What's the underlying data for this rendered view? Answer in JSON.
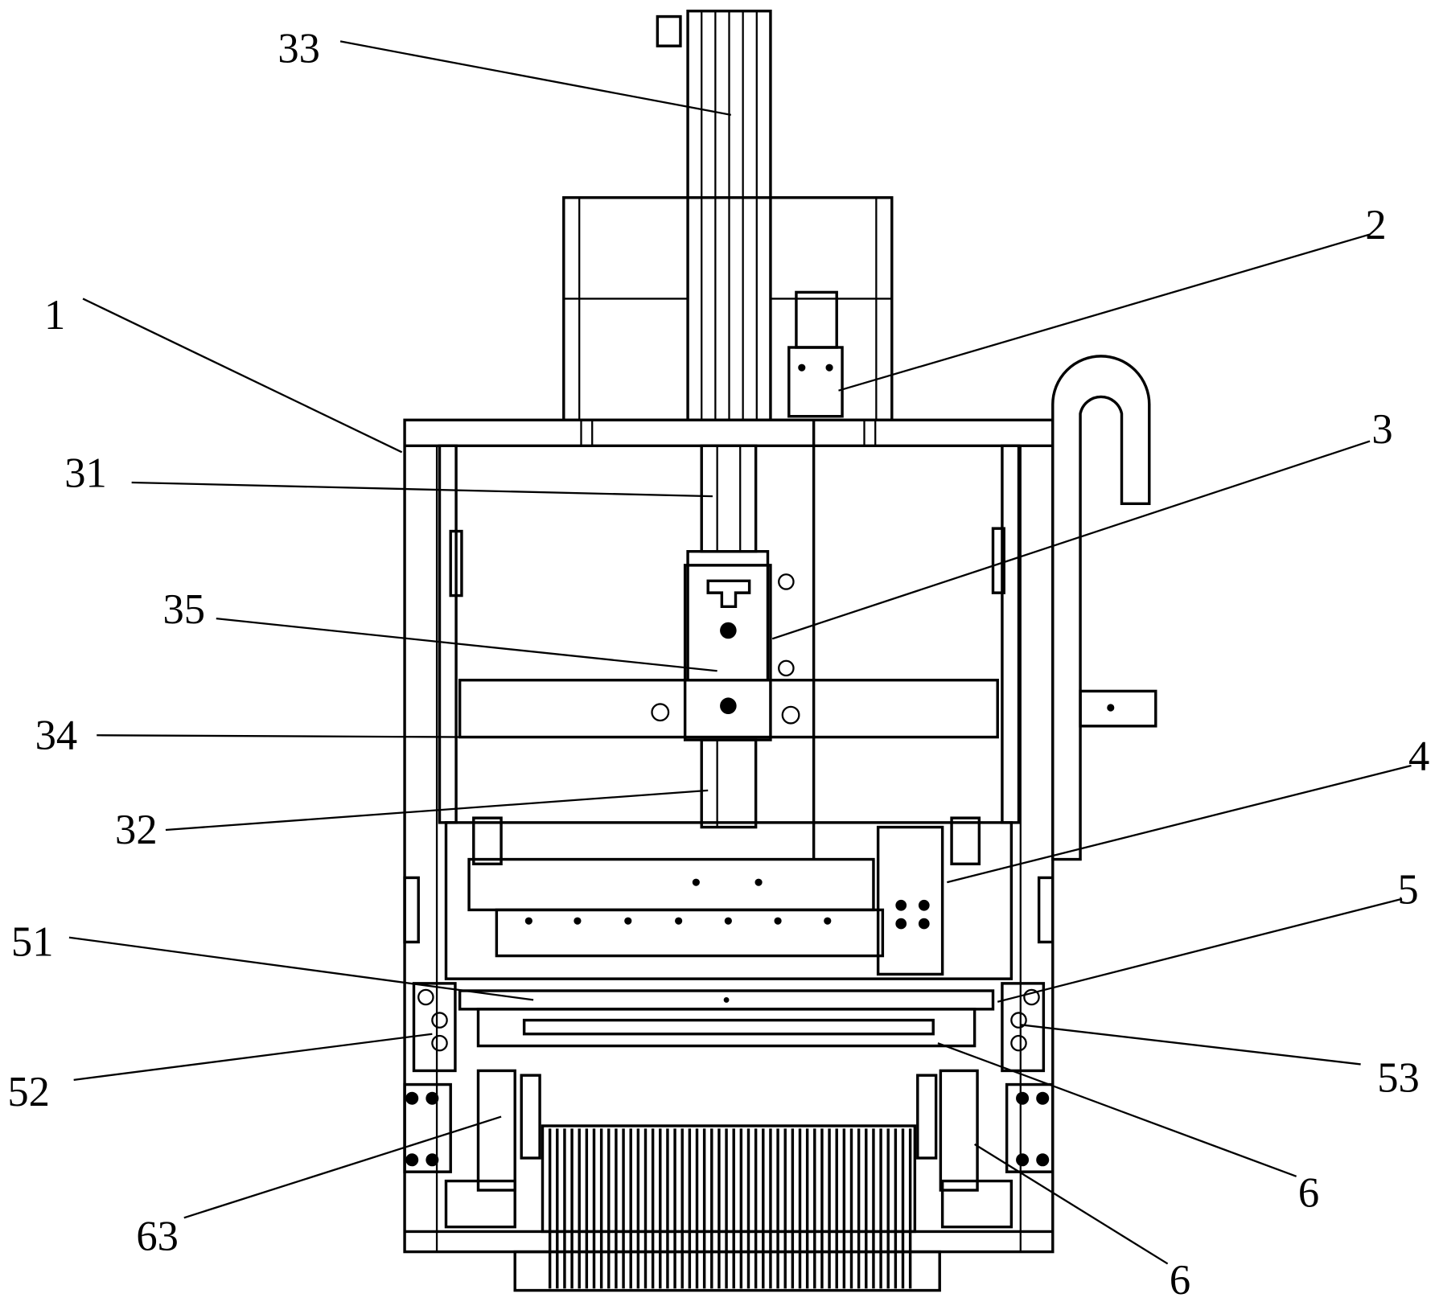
{
  "figure": {
    "type": "patent mechanical front-view drawing",
    "labels": [
      {
        "id": "33",
        "text": "33"
      },
      {
        "id": "2",
        "text": "2"
      },
      {
        "id": "1",
        "text": "1"
      },
      {
        "id": "3",
        "text": "3"
      },
      {
        "id": "31",
        "text": "31"
      },
      {
        "id": "35",
        "text": "35"
      },
      {
        "id": "34",
        "text": "34"
      },
      {
        "id": "4",
        "text": "4"
      },
      {
        "id": "32",
        "text": "32"
      },
      {
        "id": "5",
        "text": "5"
      },
      {
        "id": "51",
        "text": "51"
      },
      {
        "id": "52",
        "text": "52"
      },
      {
        "id": "53",
        "text": "53"
      },
      {
        "id": "6a",
        "text": "6"
      },
      {
        "id": "63",
        "text": "63"
      },
      {
        "id": "6b",
        "text": "6"
      }
    ]
  }
}
